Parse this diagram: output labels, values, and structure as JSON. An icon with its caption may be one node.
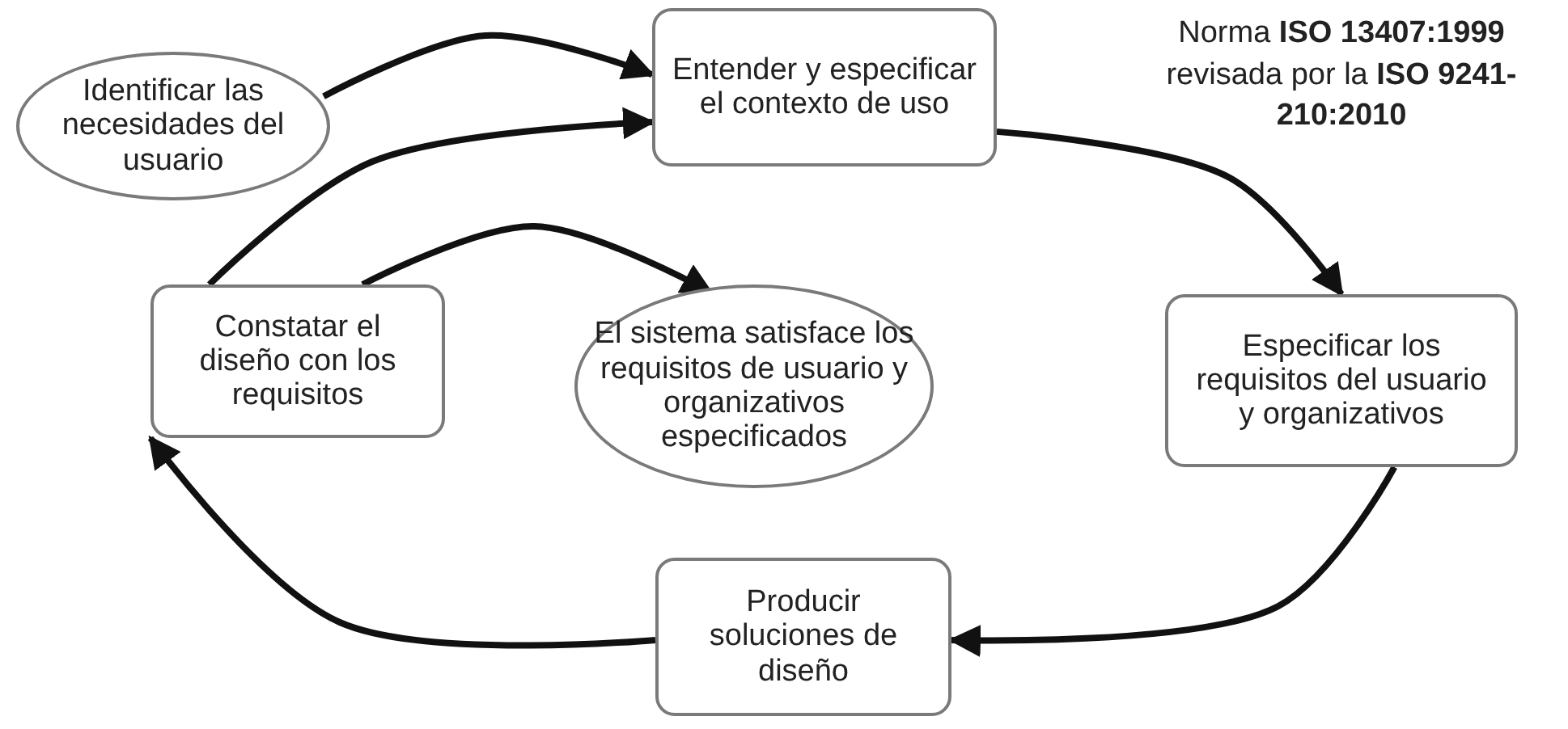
{
  "diagram": {
    "nodes": [
      {
        "text": [
          "Identificar las necesidades del usuario"
        ]
      },
      {
        "text": [
          "Entender y especificar el contexto de uso"
        ]
      },
      {
        "text": [
          "Constatar el diseño con los requisitos"
        ]
      },
      {
        "text": [
          "El sistema satisface los requisitos de usuario y organizativos especificados"
        ]
      },
      {
        "text": [
          "Especificar los requisitos del usuario y organizativos"
        ]
      },
      {
        "text": [
          "Producir soluciones de diseño"
        ]
      }
    ],
    "edges": [
      {
        "from": 0,
        "to": 1,
        "arrow": "to"
      },
      {
        "from": 1,
        "to": 4,
        "arrow": "to"
      },
      {
        "from": 4,
        "to": 5,
        "arrow": "to"
      },
      {
        "from": 5,
        "to": 2,
        "arrow": "to"
      },
      {
        "from": 2,
        "to": 1,
        "arrow": "to"
      },
      {
        "from": 2,
        "to": 3,
        "arrow": "to"
      }
    ],
    "labels": [
      "Norma **ISO 13407:1999** revisada por la **ISO 9241-210:2010**"
    ]
  }
}
